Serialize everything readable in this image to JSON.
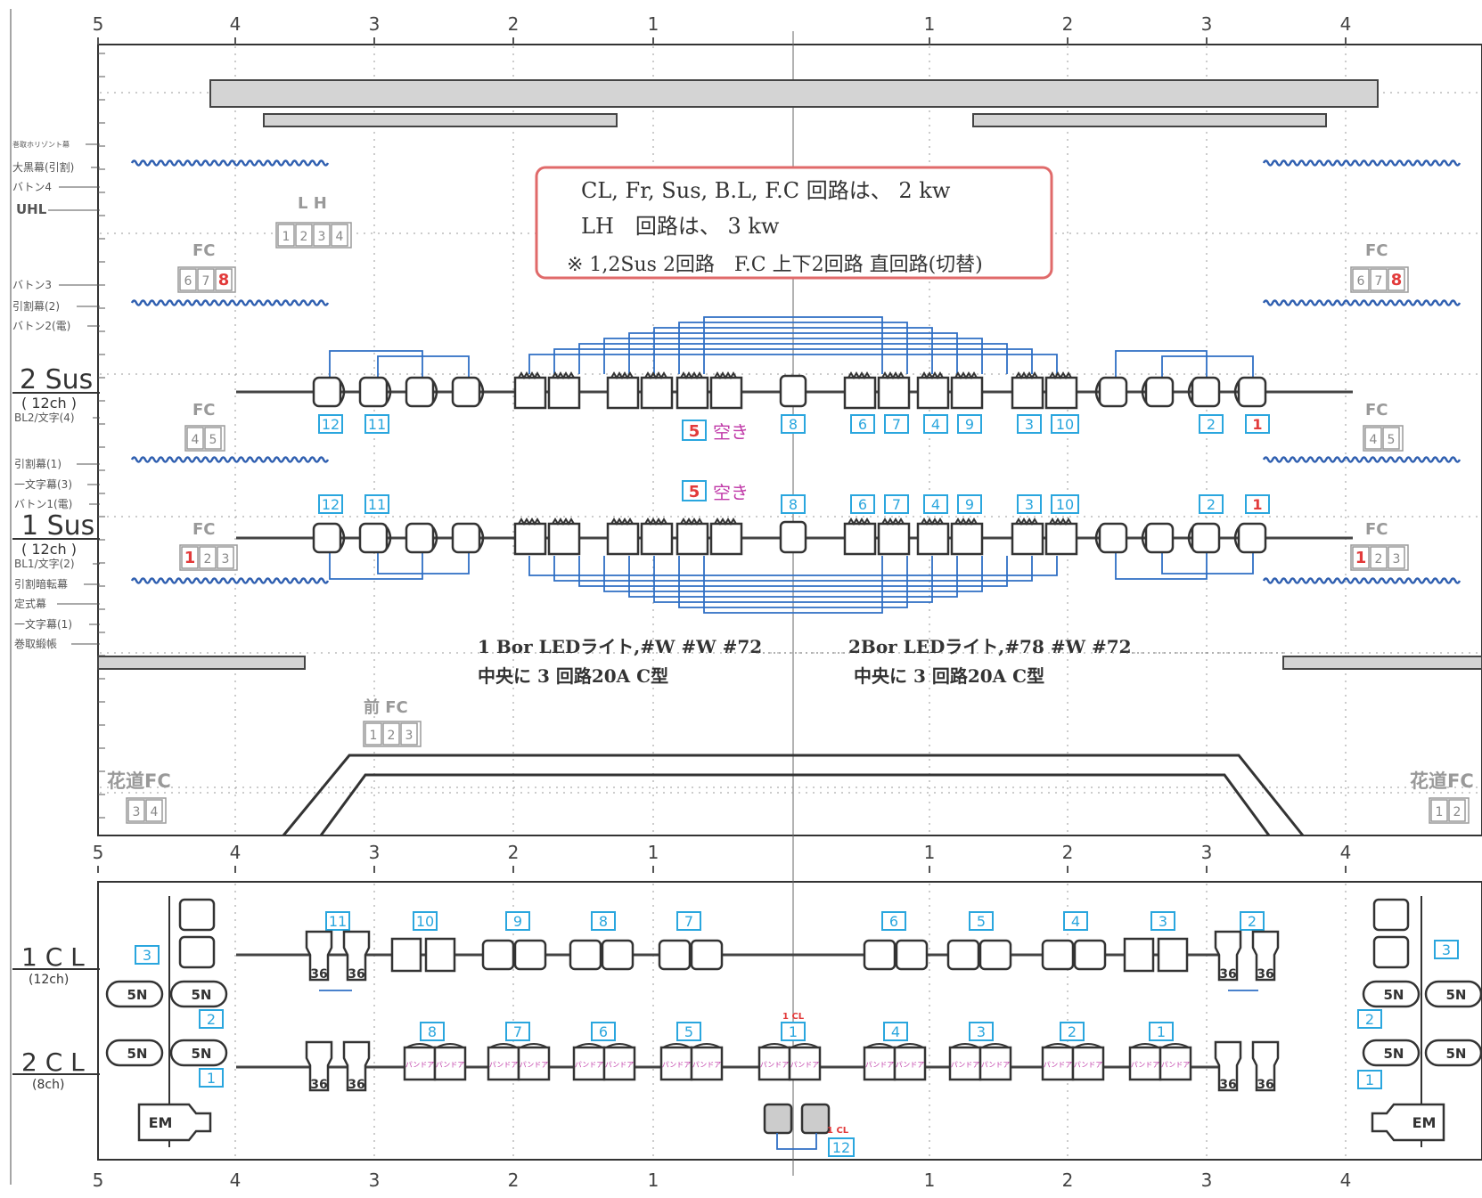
{
  "ruler": {
    "labels": [
      "5",
      "4",
      "3",
      "2",
      "1",
      "1",
      "2",
      "3",
      "4"
    ]
  },
  "notice": {
    "line1": "CL, Fr, Sus, B.L, F.C 回路は、 2 kw",
    "line2": "LH　回路は、 3 kw",
    "line3": "※ 1,2Sus 2回路　F.C 上下2回路 直回路(切替)"
  },
  "left_labels": {
    "horizon": "巻取ホリゾント幕",
    "oguro": "大黒幕(引割)",
    "batten4": "バトン4",
    "uhl": "UHL",
    "batten3": "バトン3",
    "hikiwari2": "引割幕(2)",
    "batten2": "バトン2(電)",
    "sus2": "2 Sus",
    "sus2_ch": "( 12ch )",
    "bl2": "BL2/文字(4)",
    "hikiwari1": "引割幕(1)",
    "ichimonji3": "一文字幕(3)",
    "batten1": "バトン1(電)",
    "sus1": "1 Sus",
    "sus1_ch": "( 12ch )",
    "bl1": "BL1/文字(2)",
    "hikiwari_anten": "引割暗転幕",
    "teishiki": "定式幕",
    "ichimonji1": "一文字幕(1)",
    "makitori": "巻取緞帳",
    "cl1": "1 C L",
    "cl1_ch": "(12ch)",
    "cl2": "2 C L",
    "cl2_ch": "(8ch)"
  },
  "lh": {
    "title": "L H",
    "boxes": [
      "1",
      "2",
      "3",
      "4"
    ]
  },
  "fc": {
    "title": "FC",
    "upper": [
      "6",
      "7",
      "8"
    ],
    "mid": [
      "4",
      "5"
    ],
    "lower": [
      "1",
      "2",
      "3"
    ],
    "front_title": "前 FC",
    "front": [
      "1",
      "2",
      "3"
    ],
    "hanamichi_title": "花道FC",
    "hanamichi_left": [
      "3",
      "4"
    ],
    "hanamichi_right": [
      "1",
      "2"
    ]
  },
  "sus": {
    "circuits": [
      "12",
      "11",
      "6",
      "7",
      "4",
      "9",
      "3",
      "10",
      "2",
      "1"
    ],
    "center": "8",
    "vacant_num": "5",
    "vacant_text": "空き"
  },
  "led": {
    "left_line1": "1 Bor LEDライト,#W #W #72",
    "left_line2": "中央に 3 回路20A C型",
    "right_line1": "2Bor LEDライト,#78 #W #72",
    "right_line2": "中央に 3 回路20A C型"
  },
  "cl": {
    "cl1_circuits": [
      "11",
      "10",
      "9",
      "8",
      "7",
      "6",
      "5",
      "4",
      "3",
      "2"
    ],
    "cl1_side": "3",
    "cl2_circuits": [
      "8",
      "7",
      "6",
      "5",
      "1",
      "4",
      "3",
      "2",
      "1"
    ],
    "pan_label": "パンドア",
    "label_36": "36",
    "label_5n": "5N",
    "label_em": "EM",
    "side_2": "2",
    "side_1": "1",
    "cl_tag": "1 CL",
    "cl_tag_bottom": "1 CL",
    "bottom_circuit": "12"
  },
  "colors": {
    "line": "#333333",
    "blue": "#2f6fc4",
    "cyan": "#2aa6de",
    "red": "#e23a3a",
    "magenta": "#c03aa8",
    "gray_box": "#9a9a9a",
    "bar": "#d4d4d4"
  }
}
